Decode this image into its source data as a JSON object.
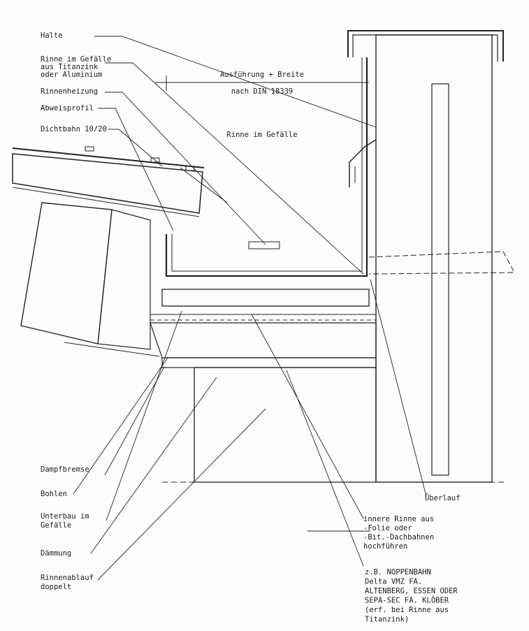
{
  "left_labels": [
    [
      "Halte"
    ],
    [
      "Rinne im Gefälle",
      "aus Titanzink",
      "oder Aluminium"
    ],
    [
      "Rinnenheizung"
    ],
    [
      "Abweisprofil"
    ],
    [
      "Dichtbahn 10/20"
    ]
  ],
  "inner_labels": {
    "execution_line1": "Ausführung + Breite",
    "execution_line2": "nach DIN 18339",
    "gutter": "Rinne im Gefälle"
  },
  "bottom_left_labels": [
    [
      "Dampfbremse"
    ],
    [
      "Bohlen"
    ],
    [
      "Unterbau im",
      "Gefälle"
    ],
    [
      "Dämmung"
    ],
    [
      "Rinnenablauf",
      "doppelt"
    ]
  ],
  "overflow_label": "Überlauf",
  "inner_gutter_note": [
    "innere Rinne aus",
    "-Folie oder",
    "-Bit.-Dachbahnen",
    "hochführen"
  ],
  "product_note": [
    "z.B. NOPPENBAHN",
    "Delta VMZ FA.",
    "ALTENBERG, ESSEN ODER",
    "SEPA-SEC FA. KLÖBER",
    "(erf. bei Rinne aus",
    "Titanzink)"
  ],
  "colors": {
    "ink": "#222222",
    "paper": "#fdfdfd",
    "hatch": "#555555"
  }
}
